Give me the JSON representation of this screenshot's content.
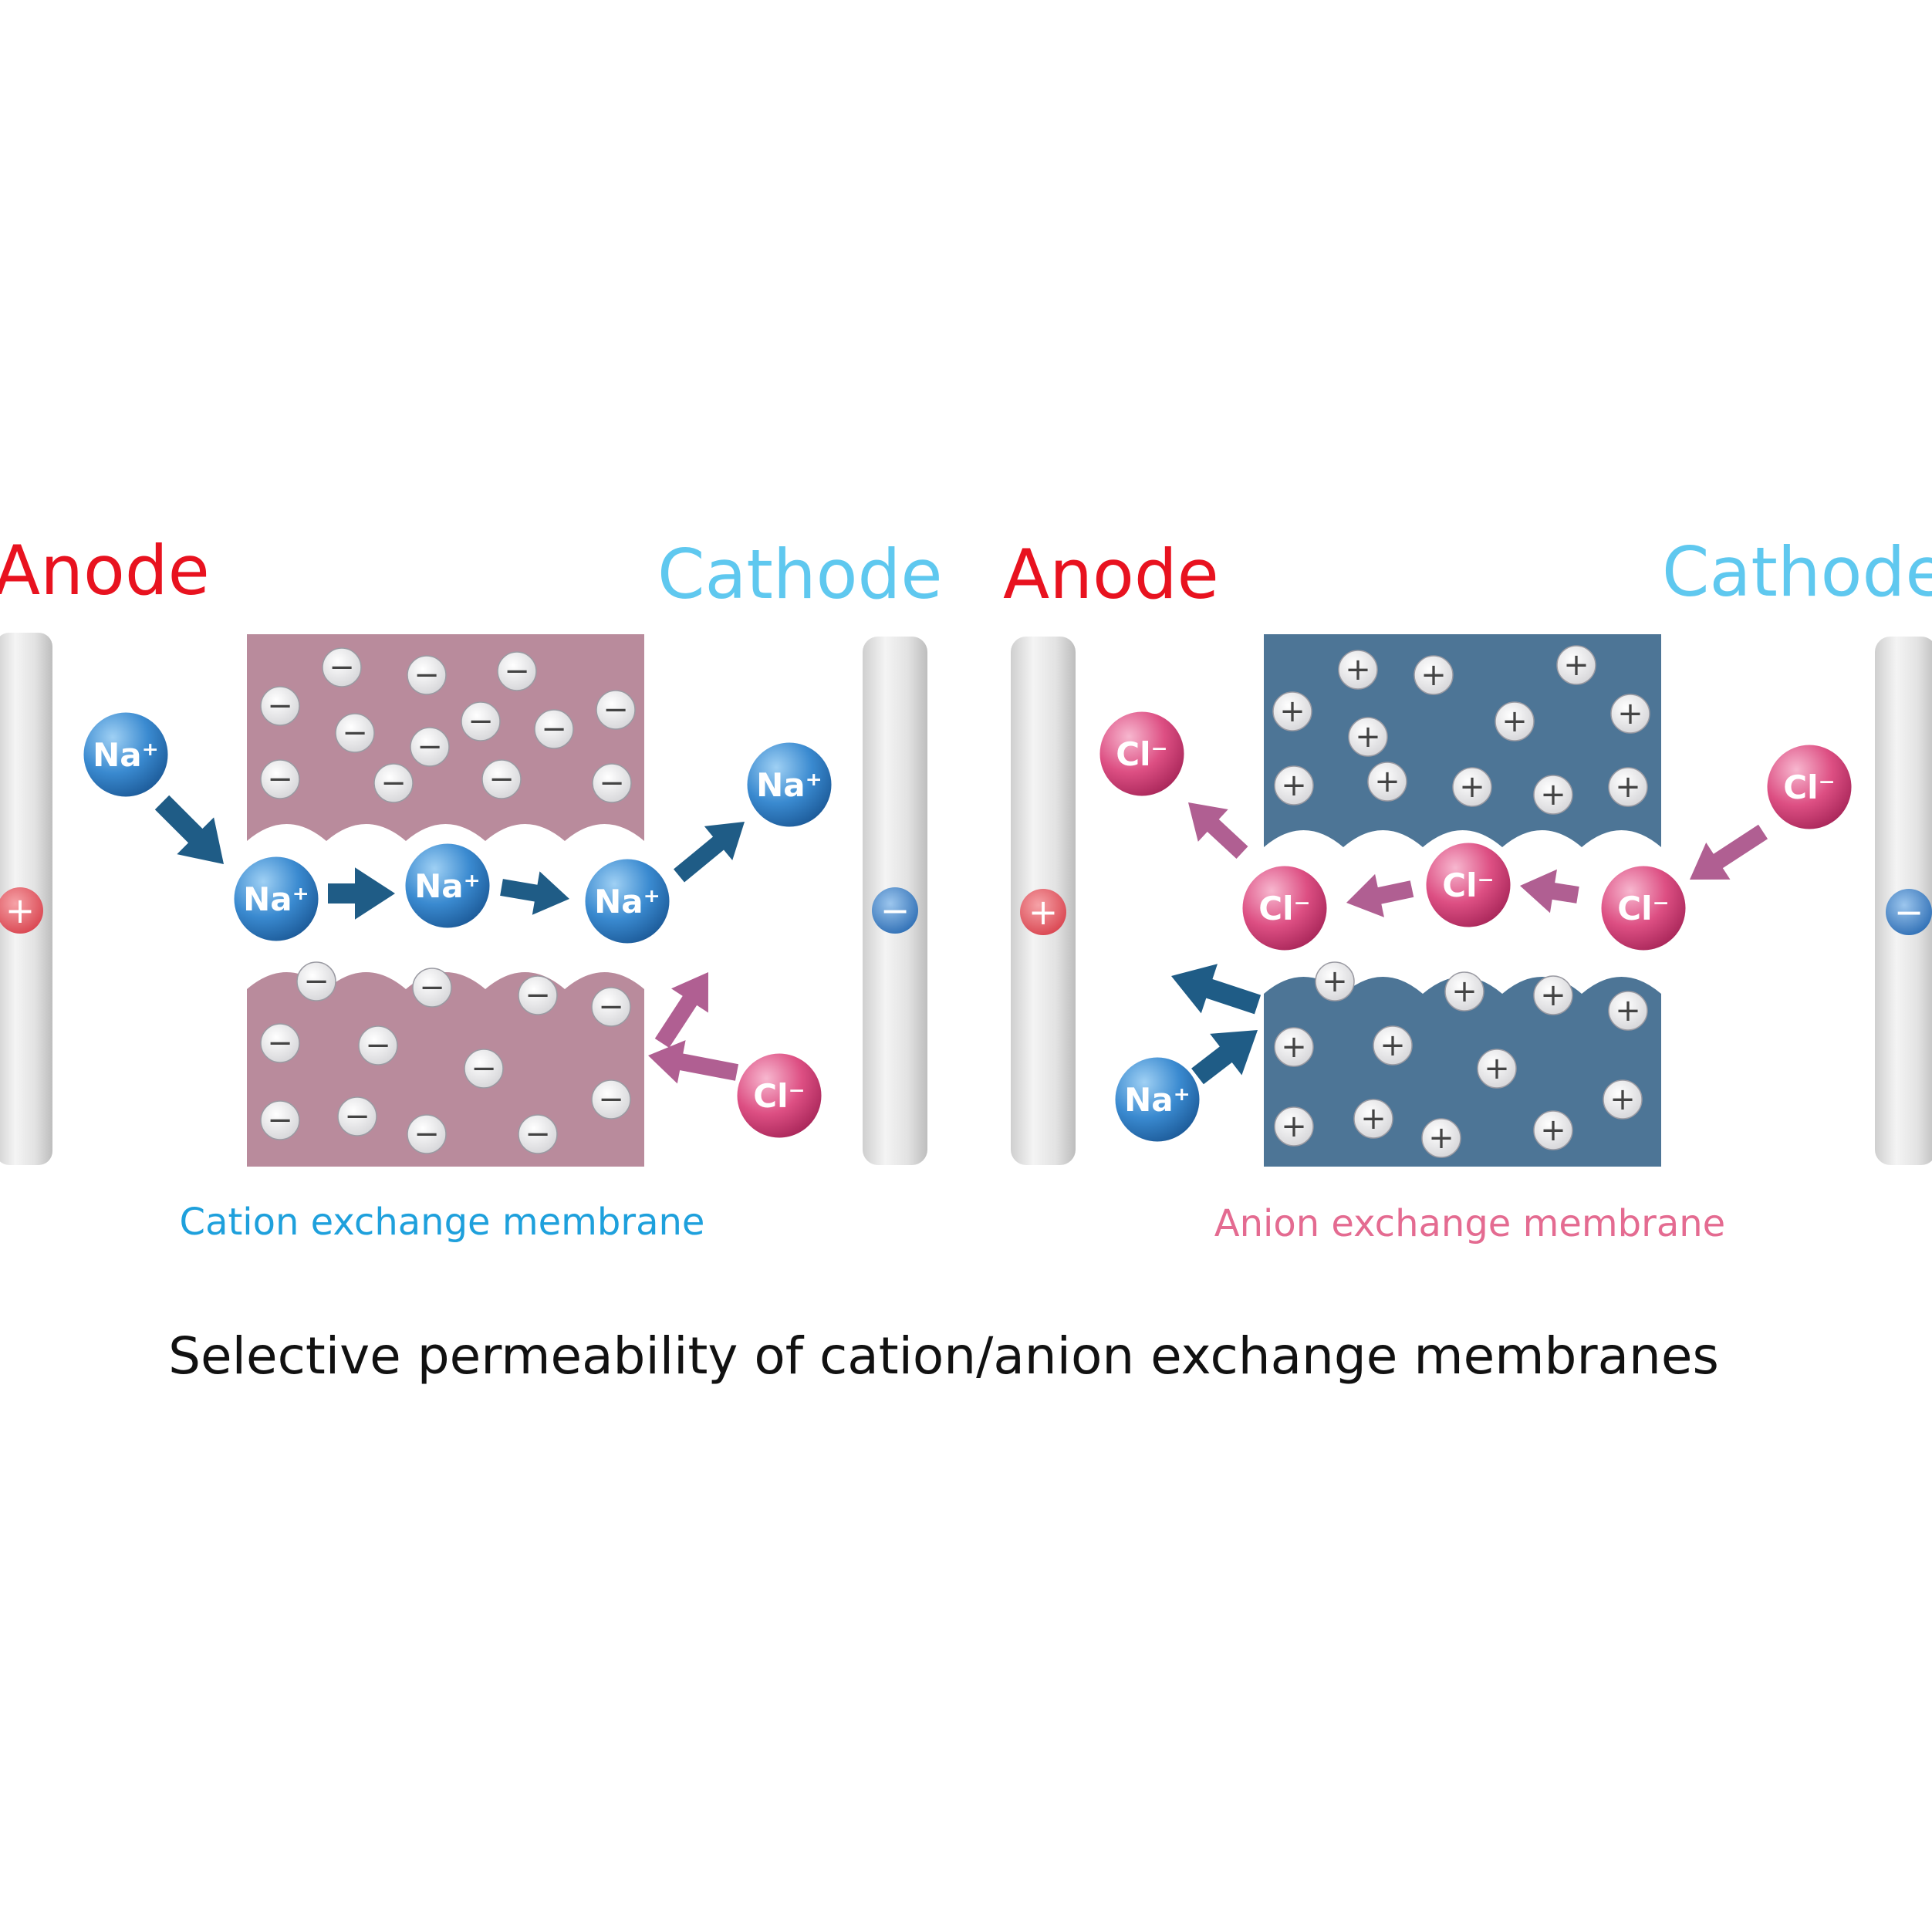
{
  "panels": [
    {
      "id": "cation",
      "anode_label": "Anode",
      "cathode_label": "Cathode",
      "membrane_caption": "Cation exchange membrane",
      "membrane_color": "#b98b9c",
      "fixed_charge": "−"
    },
    {
      "id": "anion",
      "anode_label": "Anode",
      "cathode_label": "Cathode",
      "membrane_caption": "Anion exchange membrane",
      "membrane_color": "#4d7596",
      "fixed_charge": "+"
    }
  ],
  "ions": {
    "sodium": "Na⁺",
    "chloride": "Cl⁻"
  },
  "electrode_signs": {
    "anode": "+",
    "cathode": "−"
  },
  "main_caption": "Selective permeability of cation/anion exchange membranes",
  "colors": {
    "anode_label": "#e8121f",
    "cathode_label": "#5fc8ef",
    "cation_caption": "#1ea0dc",
    "anion_caption": "#e46b91",
    "sodium_ion": "#2f7fc4",
    "chloride_ion": "#d9487a",
    "sodium_arrow": "#1f5c86",
    "chloride_arrow": "#b05f92"
  }
}
